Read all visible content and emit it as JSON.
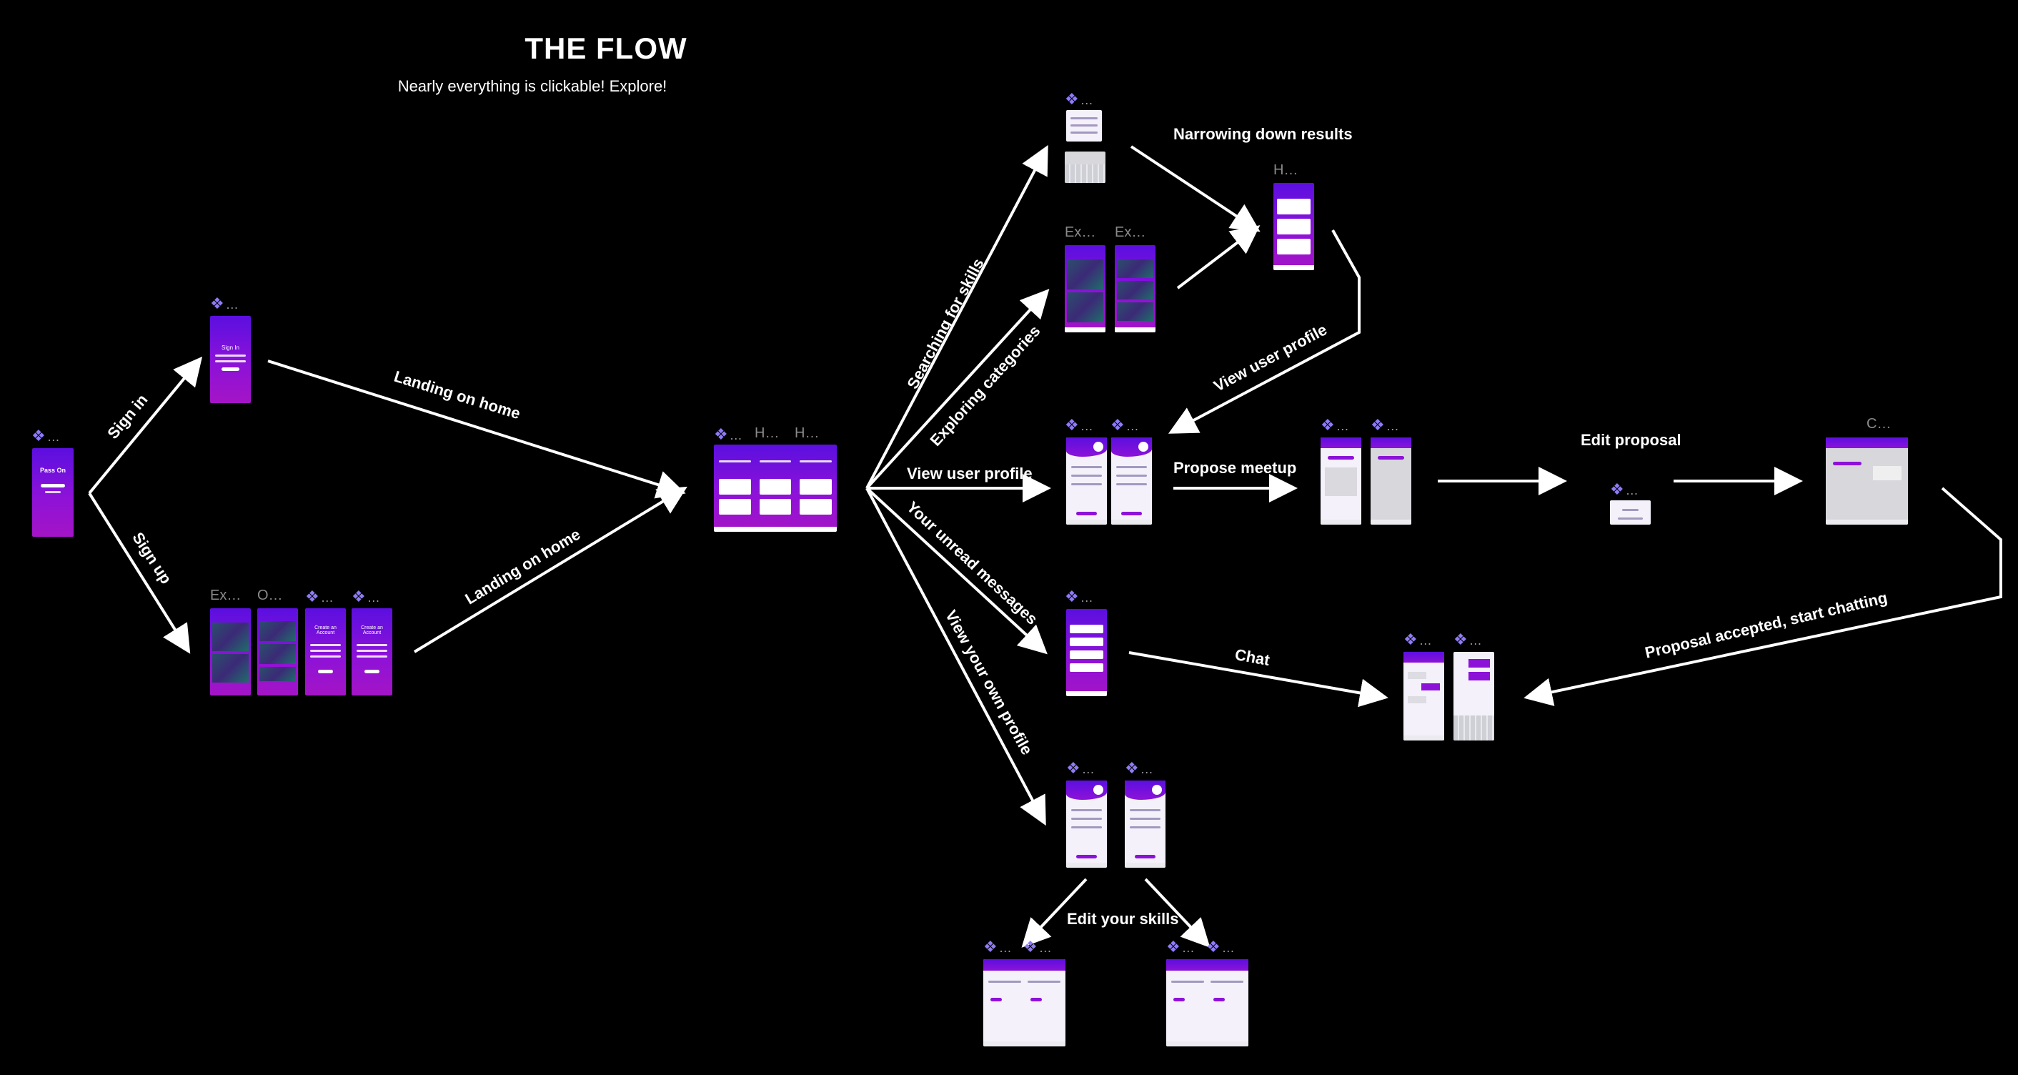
{
  "header": {
    "title": "THE FLOW",
    "subtitle": "Nearly everything is clickable! Explore!"
  },
  "frame_labels": {
    "component": "❖",
    "dots": "…",
    "explore_1": "Ex…",
    "onboarding": "O…",
    "home_2": "H…",
    "home_3": "H…",
    "explore_a": "Ex…",
    "explore_b": "Ex…",
    "home_results": "H…",
    "chat_frame": "C…"
  },
  "edges": {
    "sign_in": "Sign in",
    "sign_up": "Sign up",
    "landing_top": "Landing on home",
    "landing_bottom": "Landing on home",
    "searching": "Searching for skills",
    "exploring": "Exploring categories",
    "view_profile": "View user profile",
    "unread": "Your unread messages",
    "own_profile": "View your own profile",
    "narrowing": "Narrowing down results",
    "view_profile_2": "View user profile",
    "propose": "Propose meetup",
    "edit_proposal": "Edit proposal",
    "accepted": "Proposal accepted, start chatting",
    "chat": "Chat",
    "edit_skills": "Edit your skills"
  },
  "screens": {
    "splash_logo": "Pass On",
    "sign_in_title": "Sign In",
    "create_account": "Create an Account"
  },
  "colors": {
    "background": "#000000",
    "accent": "#8d12d8",
    "accent_deep": "#5b0fe0",
    "component_icon": "#8e7cf6",
    "arrow": "#ffffff"
  }
}
